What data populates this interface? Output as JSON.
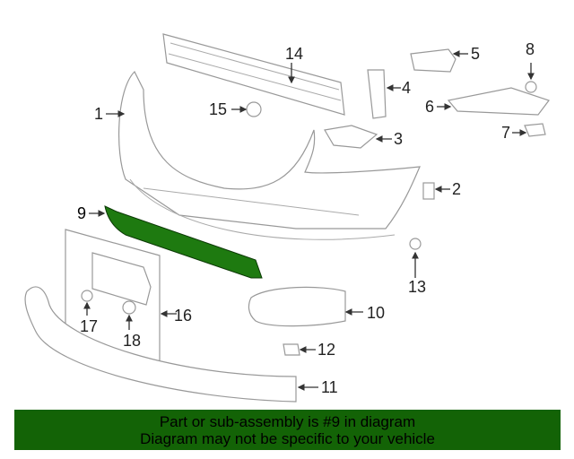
{
  "diagram": {
    "highlighted_part": "9",
    "highlight_color": "#1e7a10",
    "callouts": [
      "1",
      "2",
      "3",
      "4",
      "5",
      "6",
      "7",
      "8",
      "9",
      "10",
      "11",
      "12",
      "13",
      "14",
      "15",
      "16",
      "17",
      "18"
    ]
  },
  "banner": {
    "line1": "Part or sub-assembly is #9 in diagram",
    "line2": "Diagram may not be specific to your vehicle",
    "background": "#136306"
  }
}
